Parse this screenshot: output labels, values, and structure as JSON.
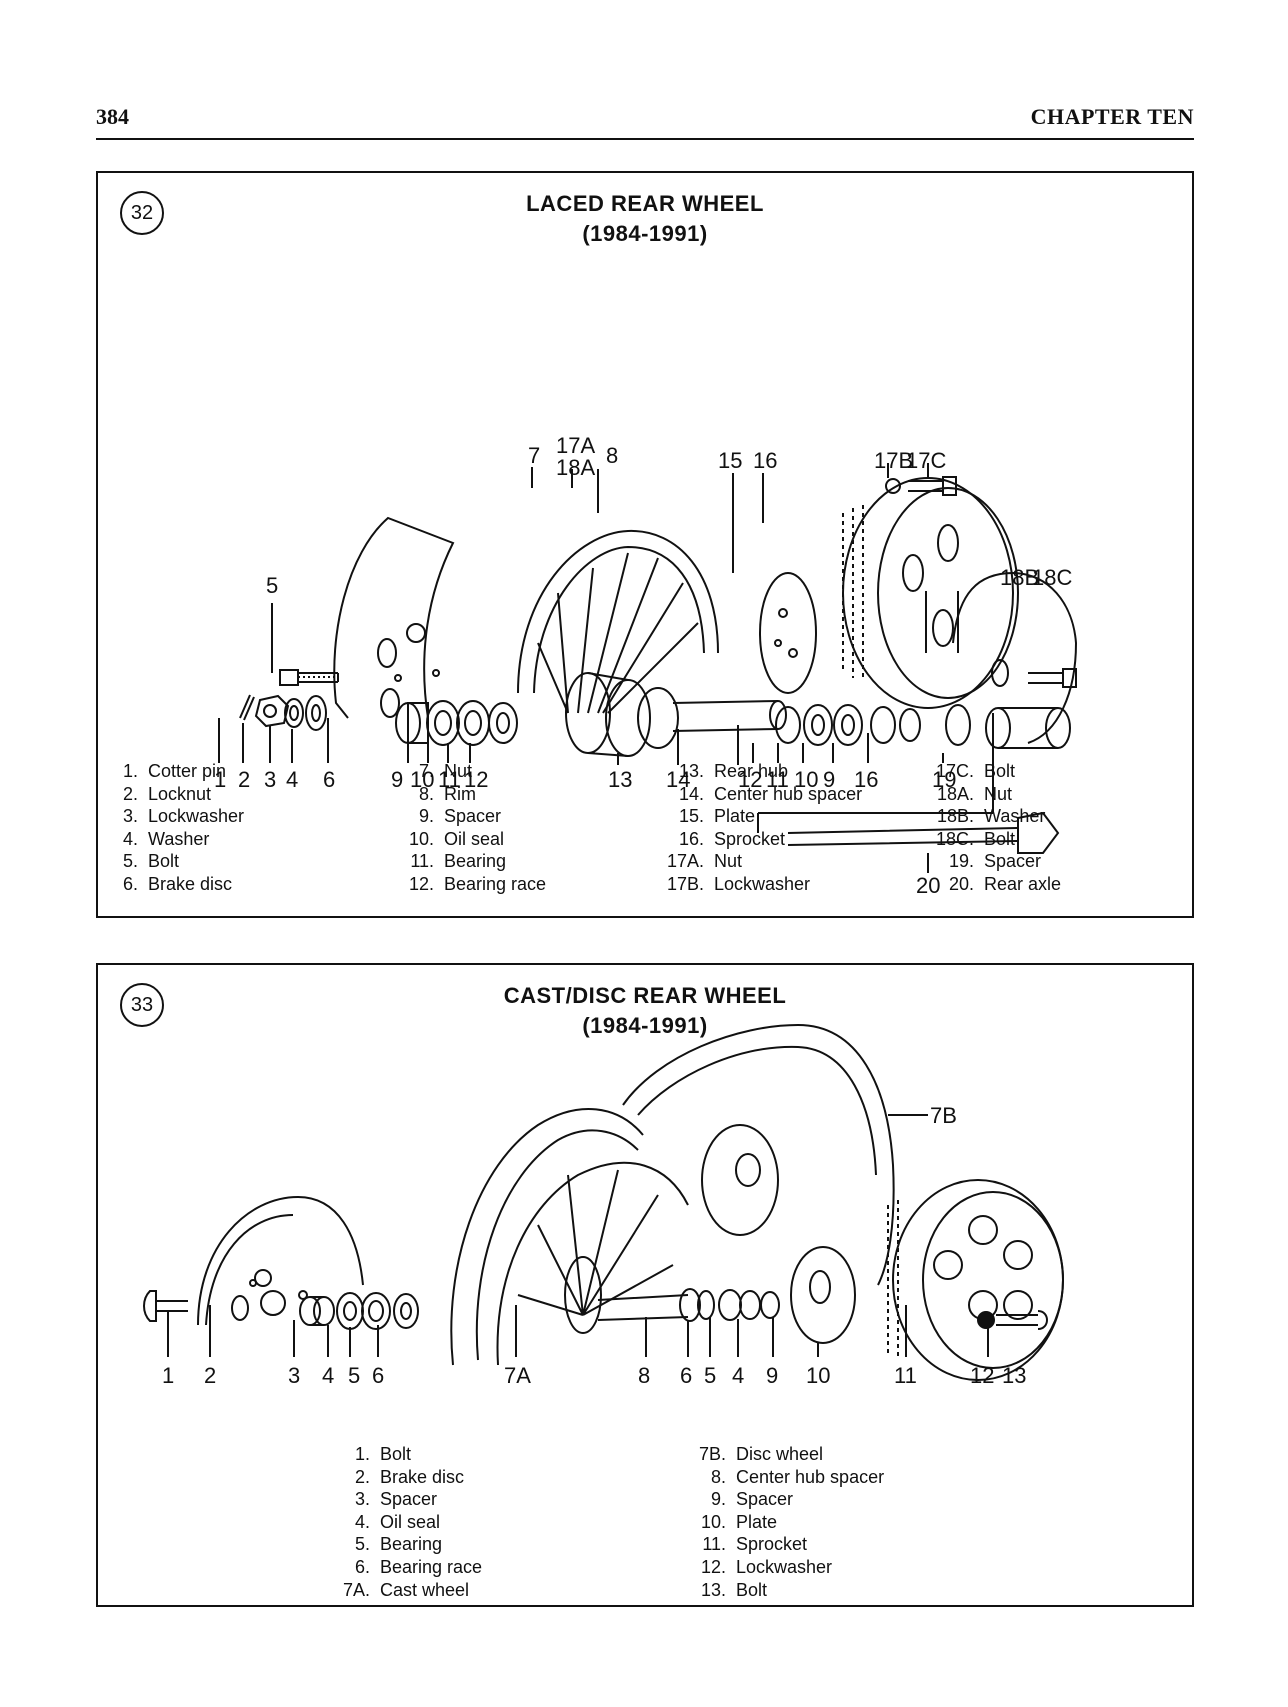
{
  "header": {
    "page_number": "384",
    "chapter": "CHAPTER TEN"
  },
  "figure32": {
    "number": "32",
    "title_line1": "LACED REAR WHEEL",
    "title_line2": "(1984-1991)",
    "callouts": [
      "1",
      "2",
      "3",
      "4",
      "5",
      "6",
      "7",
      "8",
      "9",
      "10",
      "11",
      "12",
      "13",
      "14",
      "15",
      "16",
      "17A",
      "18A",
      "17B",
      "17C",
      "18B",
      "18C",
      "12",
      "11",
      "10",
      "9",
      "16",
      "19",
      "20"
    ],
    "legend": [
      [
        {
          "num": "1.",
          "label": "Cotter pin"
        },
        {
          "num": "2.",
          "label": "Locknut"
        },
        {
          "num": "3.",
          "label": "Lockwasher"
        },
        {
          "num": "4.",
          "label": "Washer"
        },
        {
          "num": "5.",
          "label": "Bolt"
        },
        {
          "num": "6.",
          "label": "Brake disc"
        }
      ],
      [
        {
          "num": "7.",
          "label": "Nut"
        },
        {
          "num": "8.",
          "label": "Rim"
        },
        {
          "num": "9.",
          "label": "Spacer"
        },
        {
          "num": "10.",
          "label": "Oil seal"
        },
        {
          "num": "11.",
          "label": "Bearing"
        },
        {
          "num": "12.",
          "label": "Bearing race"
        }
      ],
      [
        {
          "num": "13.",
          "label": "Rear hub"
        },
        {
          "num": "14.",
          "label": "Center hub spacer"
        },
        {
          "num": "15.",
          "label": "Plate"
        },
        {
          "num": "16.",
          "label": "Sprocket"
        },
        {
          "num": "17A.",
          "label": "Nut"
        },
        {
          "num": "17B.",
          "label": "Lockwasher"
        }
      ],
      [
        {
          "num": "17C.",
          "label": "Bolt"
        },
        {
          "num": "18A.",
          "label": "Nut"
        },
        {
          "num": "18B.",
          "label": "Washer"
        },
        {
          "num": "18C.",
          "label": "Bolt"
        },
        {
          "num": "19.",
          "label": "Spacer"
        },
        {
          "num": "20.",
          "label": "Rear axle"
        }
      ]
    ]
  },
  "figure33": {
    "number": "33",
    "title_line1": "CAST/DISC REAR WHEEL",
    "title_line2": "(1984-1991)",
    "callouts": [
      "1",
      "2",
      "3",
      "4",
      "5",
      "6",
      "7A",
      "8",
      "6",
      "5",
      "4",
      "9",
      "10",
      "11",
      "12",
      "13",
      "7B"
    ],
    "legend": [
      [
        {
          "num": "1.",
          "label": "Bolt"
        },
        {
          "num": "2.",
          "label": "Brake disc"
        },
        {
          "num": "3.",
          "label": "Spacer"
        },
        {
          "num": "4.",
          "label": "Oil seal"
        },
        {
          "num": "5.",
          "label": "Bearing"
        },
        {
          "num": "6.",
          "label": "Bearing race"
        },
        {
          "num": "7A.",
          "label": "Cast wheel"
        }
      ],
      [
        {
          "num": "7B.",
          "label": "Disc wheel"
        },
        {
          "num": "8.",
          "label": "Center hub spacer"
        },
        {
          "num": "9.",
          "label": "Spacer"
        },
        {
          "num": "10.",
          "label": "Plate"
        },
        {
          "num": "11.",
          "label": "Sprocket"
        },
        {
          "num": "12.",
          "label": "Lockwasher"
        },
        {
          "num": "13.",
          "label": "Bolt"
        }
      ]
    ]
  }
}
